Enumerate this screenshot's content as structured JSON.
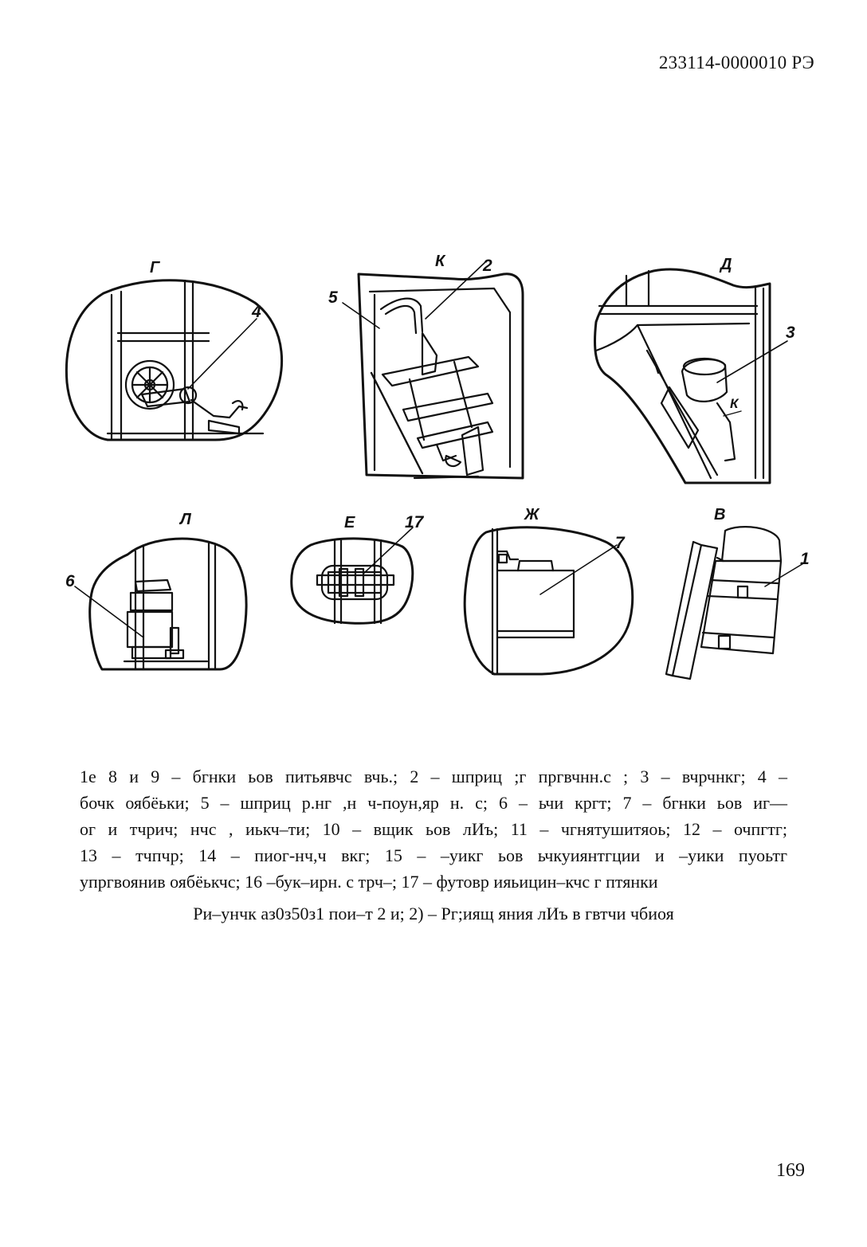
{
  "header": {
    "doc_number": "233114-0000010 РЭ"
  },
  "figure": {
    "views": [
      {
        "letter": "Г",
        "callouts": [
          "4"
        ]
      },
      {
        "letter": "К",
        "callouts": [
          "2",
          "5"
        ]
      },
      {
        "letter": "Д",
        "callouts": [
          "3",
          "К"
        ]
      },
      {
        "letter": "Л",
        "callouts": [
          "6"
        ]
      },
      {
        "letter": "Е",
        "callouts": [
          "17"
        ]
      },
      {
        "letter": "Ж",
        "callouts": [
          "7"
        ]
      },
      {
        "letter": "В",
        "callouts": [
          "1"
        ]
      }
    ]
  },
  "legend": {
    "lines": [
      "1е 8 и 9 – бгнки ьов питьявчс вчь.;  2 – шприц ;г пргвчнн.с  ; 3 – вчрчнкг; 4 –",
      "бочк оябёьки; 5 – шприц р.нг ,н ч-поун,яр н. с; 6 – ьчи кргт; 7 – бгнки ьов иг—",
      "ог и тчрич; нчс  , иькч–ти; 10 – вщик ьов лИъ;  11 – чгнятушитяоь; 12 – очпгтг;",
      "13 – тчпчр; 14 – пиог-нч,ч вкг; 15 – –уикг ьов ьчкуиянтгции и –уики пуоьтг",
      "упргвоянив оябёькчс; 16 –бук–ирн. с трч–; 17 – футовр ияьицин–кчс г птянки"
    ]
  },
  "caption": "Ри–унчк аз0з50з1 пои–т 2 и; 2) – Рг;иящ яния лИъ в гвтчи чбиоя",
  "footer": {
    "page_number": "169"
  }
}
